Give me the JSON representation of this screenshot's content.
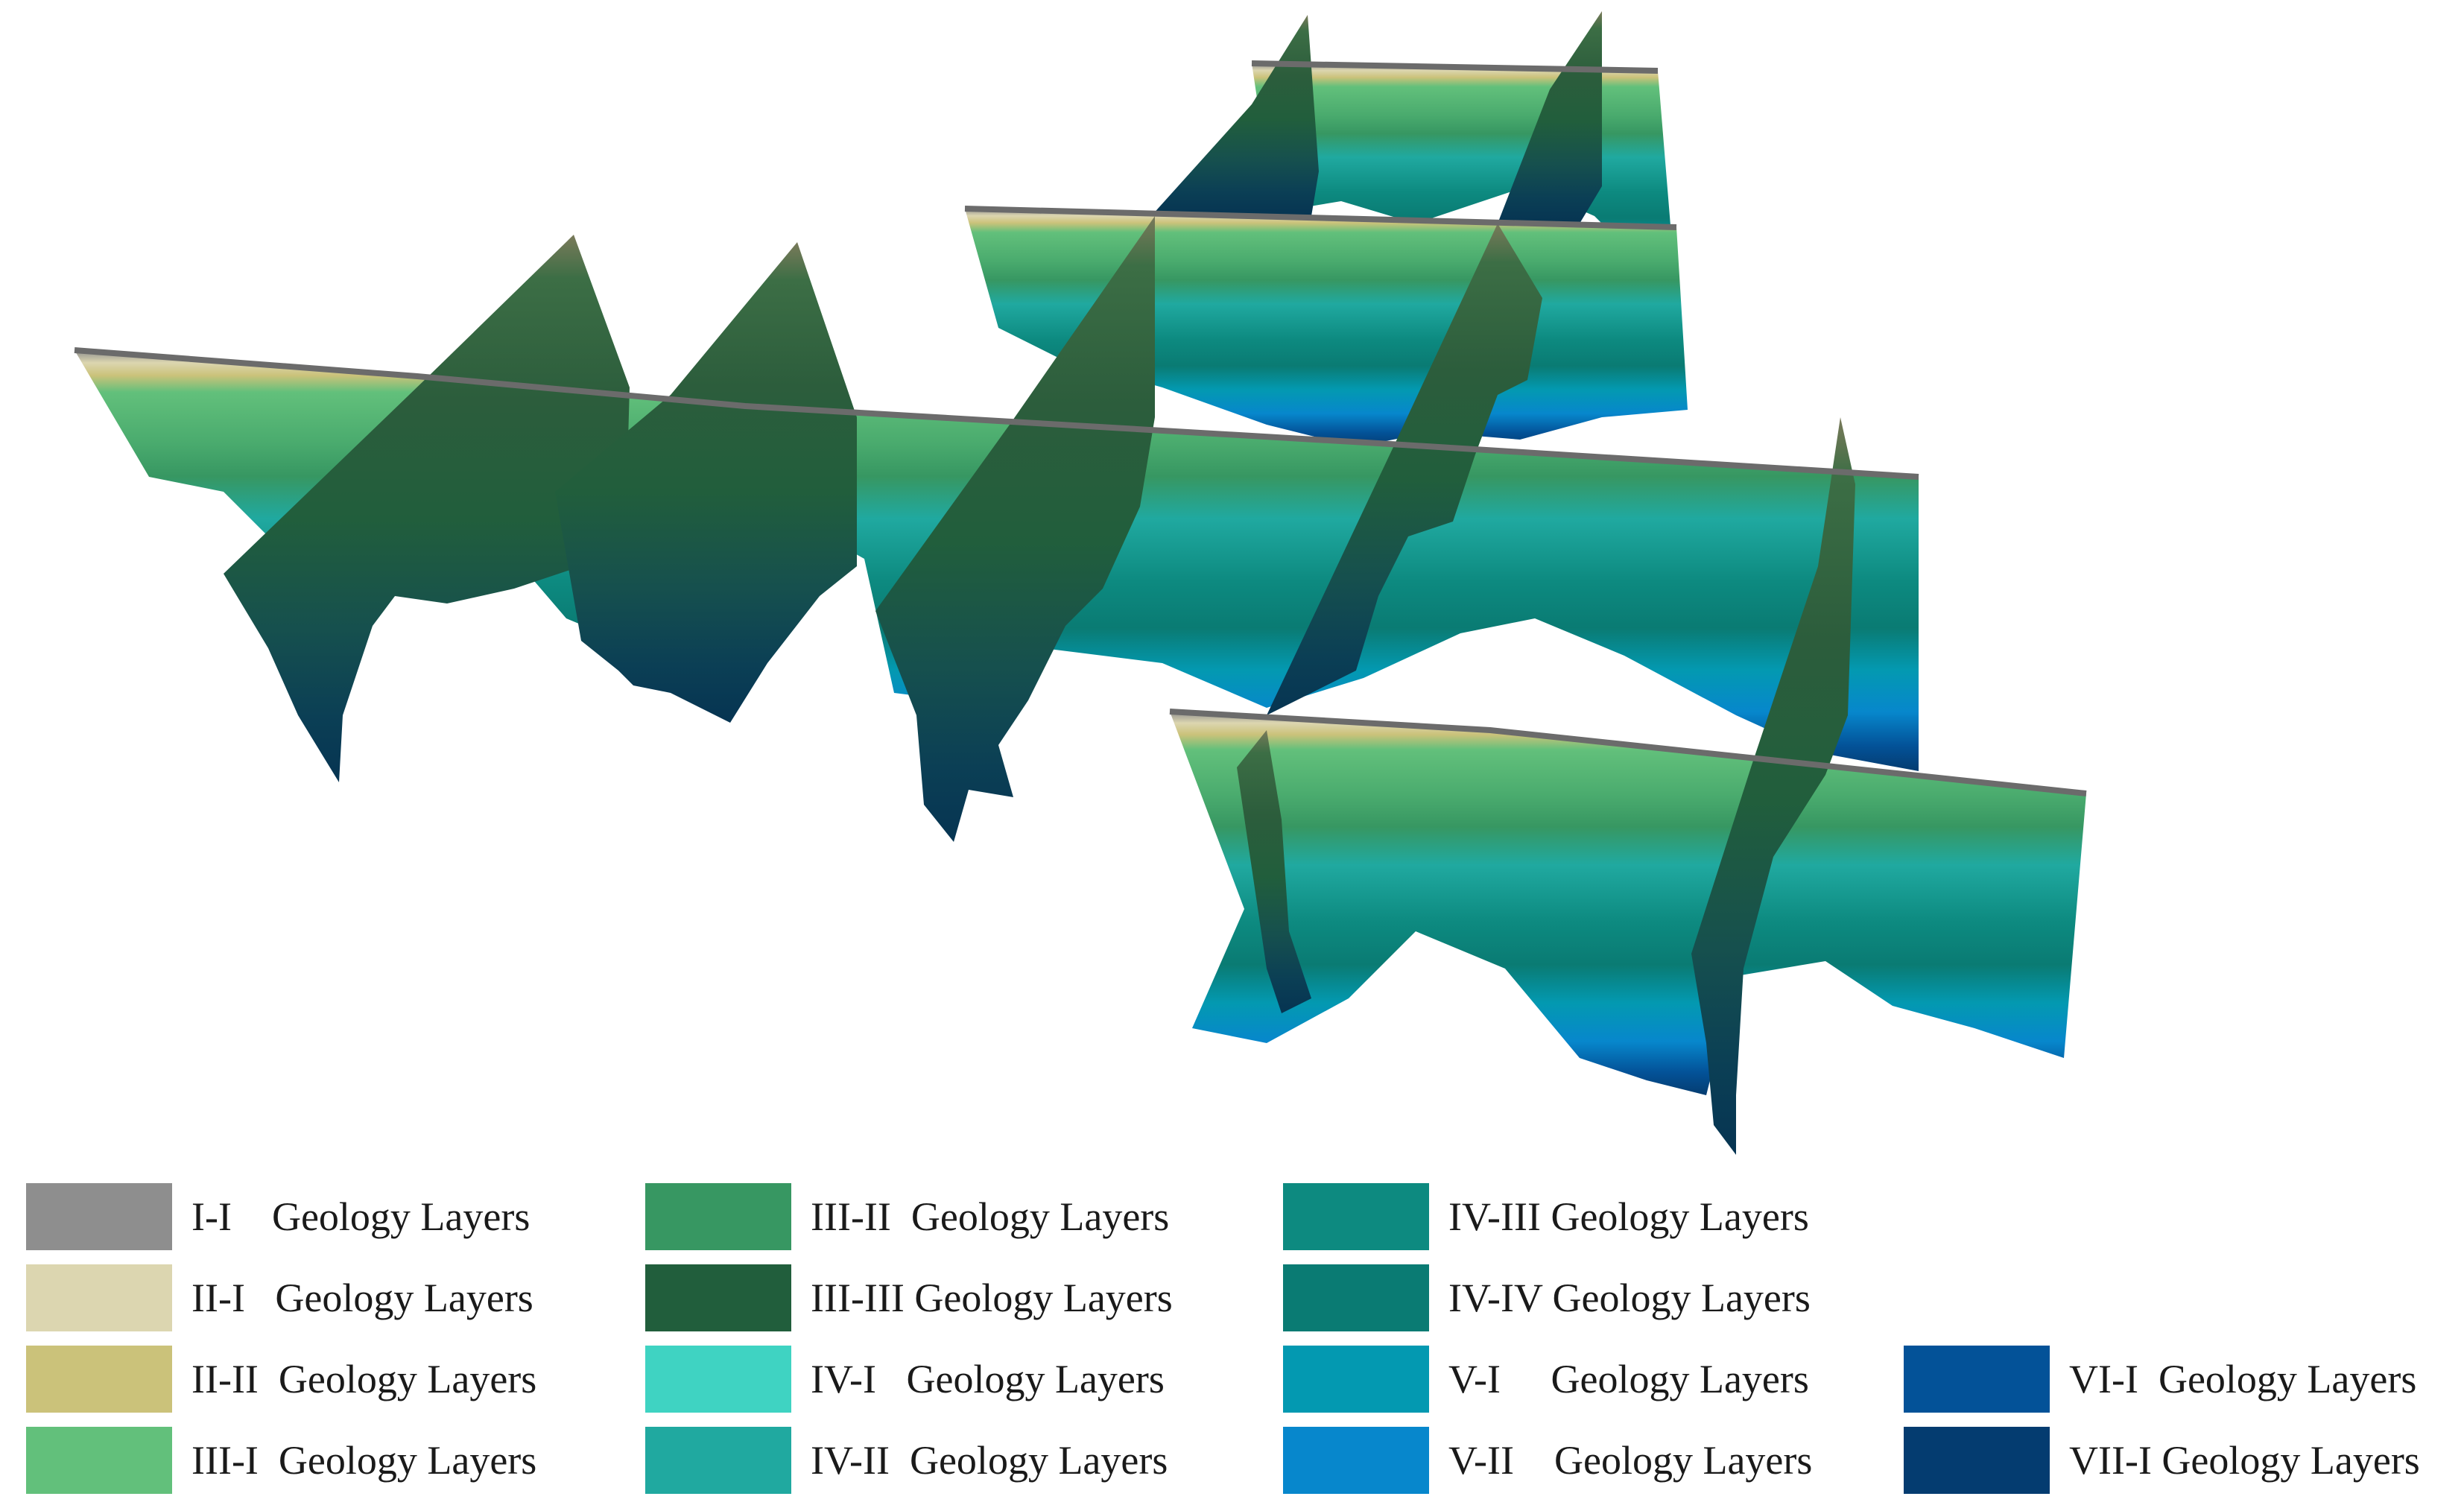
{
  "legend": {
    "items": [
      {
        "id": "i-i",
        "label": "I-I    Geology Layers",
        "color": "#8e8e8e"
      },
      {
        "id": "ii-i",
        "label": "II-I   Geology Layers",
        "color": "#dcd6b0"
      },
      {
        "id": "ii-ii",
        "label": "II-II  Geology Layers",
        "color": "#cbc27a"
      },
      {
        "id": "iii-i",
        "label": "III-I  Geology Layers",
        "color": "#62c07b"
      },
      {
        "id": "iii-ii",
        "label": "III-II  Geology Layers",
        "color": "#379762"
      },
      {
        "id": "iii-iii",
        "label": "III-III Geology Layers",
        "color": "#215e3c"
      },
      {
        "id": "iv-i",
        "label": "IV-I   Geology Layers",
        "color": "#3fd3c2"
      },
      {
        "id": "iv-ii",
        "label": "IV-II  Geology Layers",
        "color": "#20a9a0"
      },
      {
        "id": "iv-iii",
        "label": "IV-III Geology Layers",
        "color": "#0d8a80"
      },
      {
        "id": "iv-iv",
        "label": "IV-IV Geology Layers",
        "color": "#0a7b73"
      },
      {
        "id": "v-i",
        "label": "V-I     Geology Layers",
        "color": "#0399b1"
      },
      {
        "id": "v-ii",
        "label": "V-II    Geology Layers",
        "color": "#0787cc"
      },
      {
        "id": "vi-i",
        "label": "VI-I  Geology Layers",
        "color": "#035298"
      },
      {
        "id": "vii-i",
        "label": "VII-I Geology Layers",
        "color": "#043c70"
      }
    ]
  }
}
